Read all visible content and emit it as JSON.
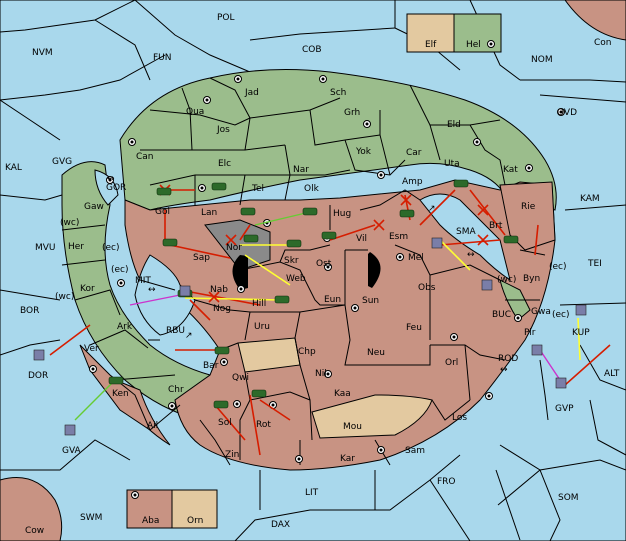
{
  "legend": {
    "items": [
      {
        "label": "Elf",
        "color": "#e3c9a0"
      },
      {
        "label": "Hel",
        "color": "#9bbd8c"
      }
    ]
  },
  "colors": {
    "sea": "#a9d8ec",
    "green_power": "#9bbd8c",
    "red_power": "#c89383",
    "neutral": "#e3c9a0",
    "move_order": "#d61d00",
    "support_order": "#ffff33",
    "convoy_order": "#cc33cc",
    "hold_order": "#66cc33"
  },
  "labels": {
    "POL": "POL",
    "FUN": "FUN",
    "COB": "COB",
    "NVM": "NVM",
    "NOM": "NOM",
    "Con": "Con",
    "OVD": "OVD",
    "KAL": "KAL",
    "GVG": "GVG",
    "KAM": "KAM",
    "TEI": "TEI",
    "MVU": "MVU",
    "BOR": "BOR",
    "ALT": "ALT",
    "BUC": "BUC",
    "KUP": "KUP",
    "ROD": "ROD",
    "DOR": "DOR",
    "GVA": "GVA",
    "GVP": "GVP",
    "FRO": "FRO",
    "SOM": "SOM",
    "LIT": "LIT",
    "SWM": "SWM",
    "DAX": "DAX",
    "Cow": "Cow",
    "Aba": "Aba",
    "Orn": "Orn",
    "Jad": "Jad",
    "Sch": "Sch",
    "Qua": "Qua",
    "Jos": "Jos",
    "Grh": "Grh",
    "Can": "Can",
    "Elc": "Elc",
    "Nar": "Nar",
    "Yok": "Yok",
    "Car": "Car",
    "Eld": "Eld",
    "Uta": "Uta",
    "Kat": "Kat",
    "Tel": "Tel",
    "Olk": "Olk",
    "Amp": "Amp",
    "Gol": "Gol",
    "Lan": "Lan",
    "Hug": "Hug",
    "Rie": "Rie",
    "Brt": "Brt",
    "Gaw": "Gaw",
    "GOR": "GOR",
    "Her": "Her",
    "wc1": "(wc)",
    "ec1": "(ec)",
    "Sap": "Sap",
    "Nor": "Nor",
    "Skr": "Skr",
    "Vil": "Vil",
    "Esm": "Esm",
    "SMA": "SMA",
    "Mel": "Mel",
    "Byn": "Byn",
    "ec2": "(ec)",
    "wc2": "(wc)",
    "Kor": "Kor",
    "wc3": "(wc)",
    "ec3": "(ec)",
    "MIT": "MIT",
    "Web": "Web",
    "Ost": "Ost",
    "Nab": "Nab",
    "Hill": "Hill",
    "Nog": "Nog",
    "Eun": "Eun",
    "Sun": "Sun",
    "Obs": "Obs",
    "Gwa": "Gwa",
    "ec4": "(ec)",
    "Ark": "Ark",
    "RBU": "RBU",
    "Uru": "Uru",
    "Feu": "Feu",
    "Pir": "Pir",
    "Ver": "Ver",
    "Chp": "Chp",
    "Neu": "Neu",
    "Bar": "Bar",
    "Orl": "Orl",
    "Qwi": "Qwi",
    "Nil": "Nil",
    "Chr": "Chr",
    "Ken": "Ken",
    "Kaa": "Kaa",
    "Los": "Los",
    "Sol": "Sol",
    "Rot": "Rot",
    "Mou": "Mou",
    "Ail": "Ail",
    "Zin": "Zin",
    "Kar": "Kar",
    "Sam": "Sam"
  }
}
